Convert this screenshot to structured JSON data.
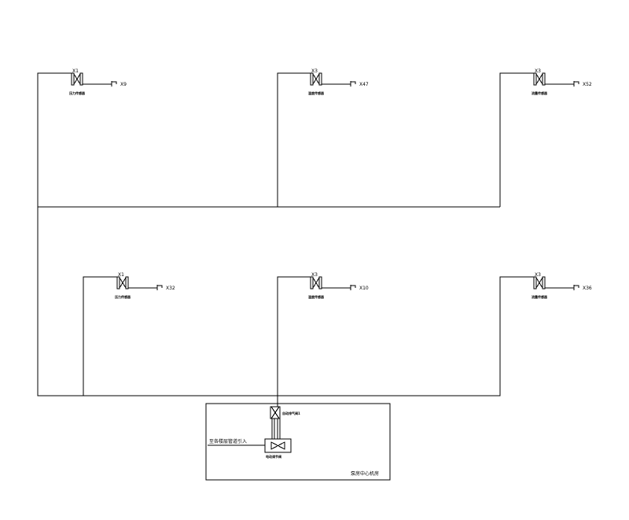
{
  "units": [
    {
      "tag": "X1",
      "label": "压力传感器",
      "outlet": "X9"
    },
    {
      "tag": "X3",
      "label": "温度传感器",
      "outlet": "X47"
    },
    {
      "tag": "X3",
      "label": "流量传感器",
      "outlet": "X52"
    },
    {
      "tag": "X1",
      "label": "压力传感器",
      "outlet": "X32"
    },
    {
      "tag": "X3",
      "label": "温度传感器",
      "outlet": "X10"
    },
    {
      "tag": "X3",
      "label": "流量传感器",
      "outlet": "X36"
    }
  ],
  "station": {
    "top_valve_label": "自动排气阀1",
    "main_valve_label": "电动调节阀",
    "inlet_label": "至各楼层管道引入",
    "title": "泵房中心机房"
  }
}
